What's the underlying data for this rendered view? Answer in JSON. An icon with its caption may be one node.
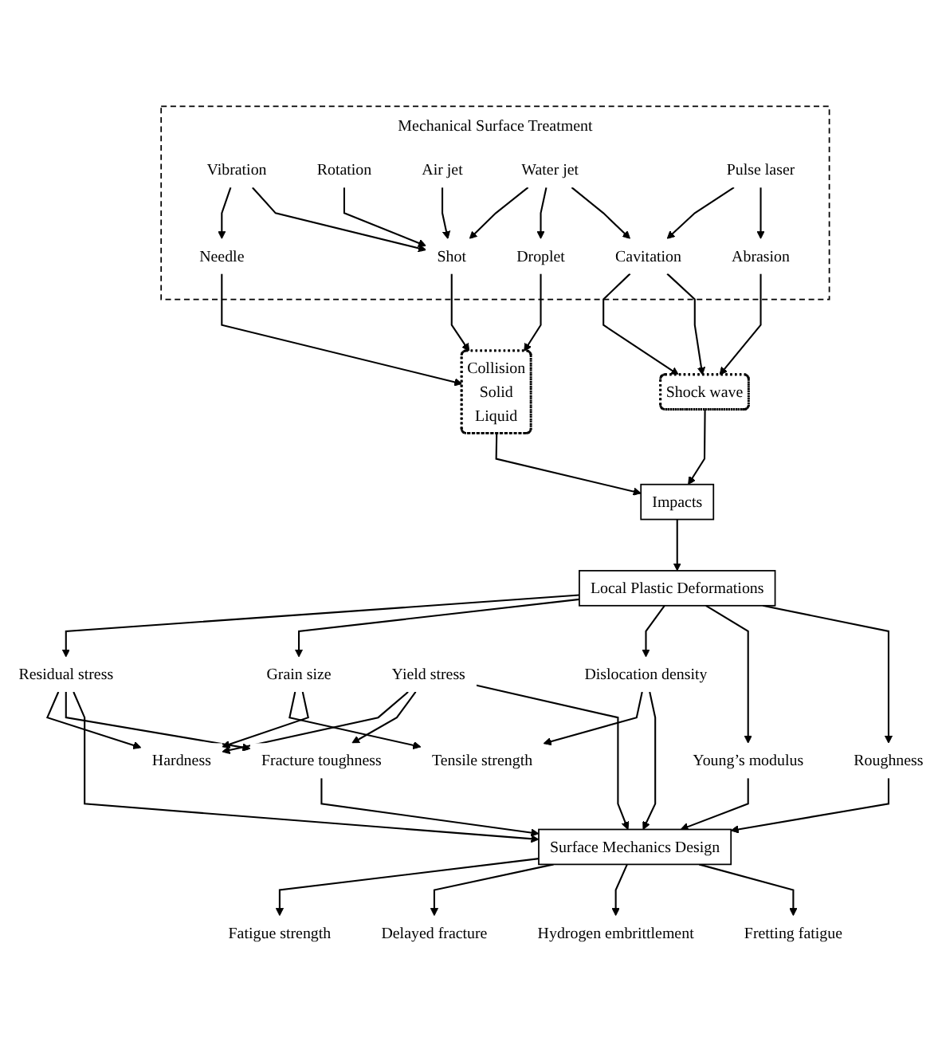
{
  "diagram": {
    "nodes": [
      {
        "text": [
          "Mechanical Surface Treatment"
        ]
      },
      {
        "text": [
          "Vibration"
        ],
        "in": 0
      },
      {
        "text": [
          "Rotation"
        ],
        "in": 0
      },
      {
        "text": [
          "Air jet"
        ],
        "in": 0
      },
      {
        "text": [
          "Water jet"
        ],
        "in": 0
      },
      {
        "text": [
          "Pulse laser"
        ],
        "in": 0
      },
      {
        "text": [
          "Needle"
        ],
        "in": 0
      },
      {
        "text": [
          "Shot"
        ],
        "in": 0
      },
      {
        "text": [
          "Droplet"
        ],
        "in": 0
      },
      {
        "text": [
          "Cavitation"
        ],
        "in": 0
      },
      {
        "text": [
          "Abrasion"
        ],
        "in": 0
      },
      {
        "text": [
          "Collision",
          "Solid",
          "Liquid"
        ]
      },
      {
        "text": [
          "Shock wave"
        ]
      },
      {
        "text": [
          "Impacts"
        ]
      },
      {
        "text": [
          "Local Plastic Deformations"
        ]
      },
      {
        "text": [
          "Dislocation density"
        ]
      },
      {
        "text": [
          "Grain size"
        ]
      },
      {
        "text": [
          "Residual stress"
        ]
      },
      {
        "text": [
          "Tensile strength"
        ]
      },
      {
        "text": [
          "Yield stress"
        ]
      },
      {
        "text": [
          "Young’s modulus"
        ]
      },
      {
        "text": [
          "Roughness"
        ]
      },
      {
        "text": [
          "Hardness"
        ]
      },
      {
        "text": [
          "Fracture toughness"
        ]
      },
      {
        "text": [
          "Surface Mechanics Design"
        ]
      },
      {
        "text": [
          "Delayed fracture"
        ]
      },
      {
        "text": [
          "Fretting fatigue"
        ]
      },
      {
        "text": [
          "Fatigue strength"
        ]
      },
      {
        "text": [
          "Hydrogen embrittlement"
        ]
      }
    ],
    "edges": [
      {
        "from": 1,
        "to": 6,
        "arrow": "to"
      },
      {
        "from": 1,
        "to": 7,
        "arrow": "to"
      },
      {
        "from": 2,
        "to": 7,
        "arrow": "to"
      },
      {
        "from": 3,
        "to": 7,
        "arrow": "to"
      },
      {
        "from": 4,
        "to": 7,
        "arrow": "to"
      },
      {
        "from": 4,
        "to": 8,
        "arrow": "to"
      },
      {
        "from": 4,
        "to": 9,
        "arrow": "to"
      },
      {
        "from": 5,
        "to": 9,
        "arrow": "to"
      },
      {
        "from": 5,
        "to": 10,
        "arrow": "to"
      },
      {
        "from": 6,
        "to": 11,
        "arrow": "to"
      },
      {
        "from": 7,
        "to": 11,
        "arrow": "to"
      },
      {
        "from": 8,
        "to": 11,
        "arrow": "to"
      },
      {
        "from": 9,
        "to": 12,
        "arrow": "to"
      },
      {
        "from": 9,
        "to": 12,
        "arrow": "to"
      },
      {
        "from": 10,
        "to": 12,
        "arrow": "to"
      },
      {
        "from": 11,
        "to": 13,
        "arrow": "to"
      },
      {
        "from": 12,
        "to": 13,
        "arrow": "to"
      },
      {
        "from": 13,
        "to": 14,
        "arrow": "to"
      },
      {
        "from": 14,
        "to": 17,
        "arrow": "to"
      },
      {
        "from": 14,
        "to": 16,
        "arrow": "to"
      },
      {
        "from": 14,
        "to": 15,
        "arrow": "to"
      },
      {
        "from": 14,
        "to": 20,
        "arrow": "to"
      },
      {
        "from": 14,
        "to": 21,
        "arrow": "to"
      },
      {
        "from": 16,
        "to": 18,
        "arrow": "to"
      },
      {
        "from": 16,
        "to": 22,
        "arrow": "to"
      },
      {
        "from": 15,
        "to": 18,
        "arrow": "to"
      },
      {
        "from": 15,
        "to": 24,
        "arrow": "to"
      },
      {
        "from": 17,
        "to": 22,
        "arrow": "to"
      },
      {
        "from": 17,
        "to": 23,
        "arrow": "to"
      },
      {
        "from": 17,
        "to": 24,
        "arrow": "to"
      },
      {
        "from": 19,
        "to": 22,
        "arrow": "to"
      },
      {
        "from": 19,
        "to": 23,
        "arrow": "to"
      },
      {
        "from": 19,
        "to": 24,
        "arrow": "to"
      },
      {
        "from": 20,
        "to": 24,
        "arrow": "to"
      },
      {
        "from": 21,
        "to": 24,
        "arrow": "to"
      },
      {
        "from": 23,
        "to": 24,
        "arrow": "to"
      },
      {
        "from": 24,
        "to": 27,
        "arrow": "to"
      },
      {
        "from": 24,
        "to": 25,
        "arrow": "to"
      },
      {
        "from": 24,
        "to": 28,
        "arrow": "to"
      },
      {
        "from": 24,
        "to": 26,
        "arrow": "to"
      }
    ]
  }
}
